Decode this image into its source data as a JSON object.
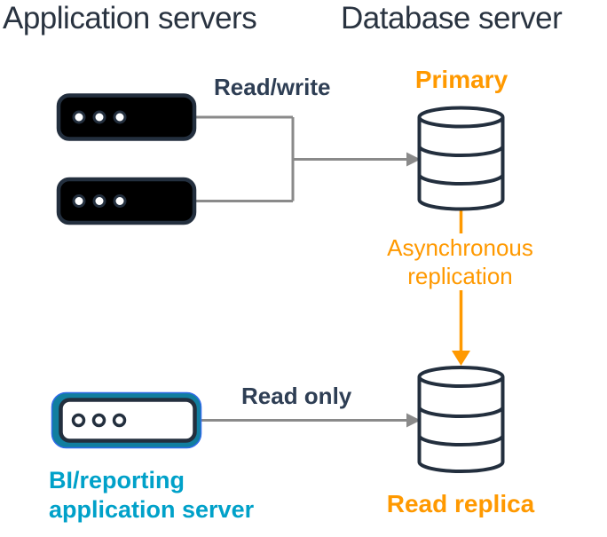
{
  "titles": {
    "left": "Application servers",
    "right": "Database server"
  },
  "nodes": {
    "app_server_1": {
      "icon": "server-icon"
    },
    "app_server_2": {
      "icon": "server-icon"
    },
    "primary_db": {
      "label": "Primary",
      "icon": "database-cylinder-icon"
    },
    "read_replica_db": {
      "label": "Read replica",
      "icon": "database-cylinder-icon"
    },
    "bi_app_server": {
      "label": "BI/reporting application server",
      "icon": "server-icon-highlighted"
    }
  },
  "edges": {
    "app_to_primary": {
      "label": "Read/write",
      "style": "gray-arrow"
    },
    "primary_to_replica": {
      "label": "Asynchronous replication",
      "style": "orange-arrow"
    },
    "bi_to_replica": {
      "label": "Read only",
      "style": "gray-arrow"
    }
  },
  "colors": {
    "bg": "#FFFFFF",
    "title-text": "#293340",
    "edge-label-text": "#2E3E54",
    "orange": "#FF9900",
    "cyan-text": "#00A1C9",
    "teal-ring": "#117E9F",
    "gray-line": "#8A8A8A",
    "icon-stroke": "#232F3E",
    "server-fill": "#000000"
  }
}
